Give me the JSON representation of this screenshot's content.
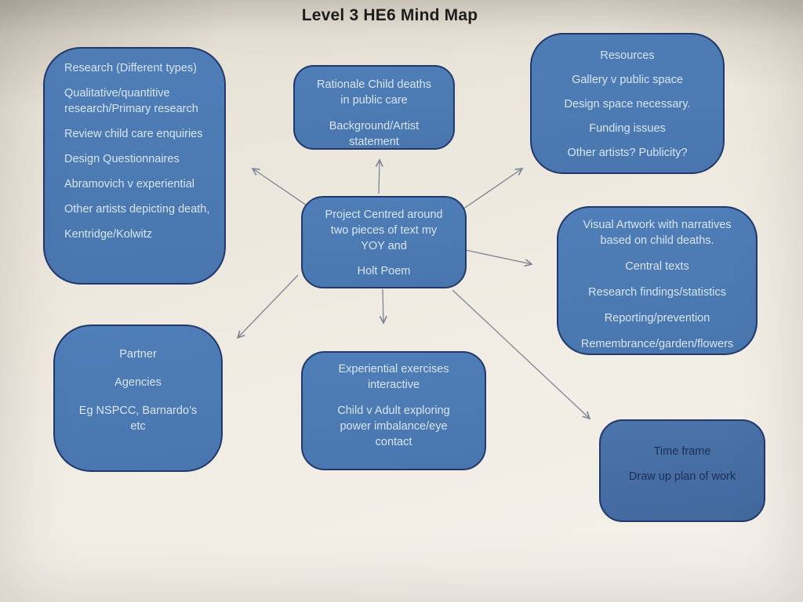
{
  "title": "Level 3 HE6 Mind Map",
  "colors": {
    "node_fill": "#4c7ab5",
    "node_border": "#23396b",
    "node_text_light": "#d9e5f3",
    "node_text_dark": "#1c2e52",
    "arrow": "#7c8496",
    "paper": "#efebe1",
    "title_text": "#1c1c1c"
  },
  "nodes": {
    "research": {
      "lines": [
        "Research (Different types)",
        "Qualitative/quantitive research/Primary research",
        "Review child care  enquiries",
        "Design Questionnaires",
        "Abramovich v experiential",
        "Other artists depicting death,",
        "Kentridge/Kolwitz"
      ]
    },
    "rationale": {
      "lines": [
        "Rationale Child deaths in public care",
        "Background/Artist statement"
      ]
    },
    "resources": {
      "lines": [
        "Resources",
        "Gallery v public space",
        "Design space necessary.",
        "Funding issues",
        "Other artists? Publicity?"
      ]
    },
    "center": {
      "lines": [
        "Project Centred around two pieces of text my YOY and",
        "Holt Poem"
      ]
    },
    "visual": {
      "lines": [
        "Visual Artwork with narratives based on child deaths.",
        "Central texts",
        "Research findings/statistics",
        "Reporting/prevention",
        "Remembrance/garden/flowers"
      ]
    },
    "partner": {
      "lines": [
        "Partner",
        "Agencies",
        "Eg NSPCC, Barnardo’s etc"
      ]
    },
    "experiential": {
      "lines": [
        "Experiential exercises interactive",
        "Child v Adult exploring power imbalance/eye contact"
      ]
    },
    "timeframe": {
      "lines": [
        "Time frame",
        "Draw up plan of work"
      ]
    }
  },
  "edges": [
    {
      "from": "center",
      "to": "rationale"
    },
    {
      "from": "center",
      "to": "research"
    },
    {
      "from": "center",
      "to": "resources"
    },
    {
      "from": "center",
      "to": "visual"
    },
    {
      "from": "center",
      "to": "partner"
    },
    {
      "from": "center",
      "to": "experiential"
    },
    {
      "from": "center",
      "to": "timeframe"
    }
  ]
}
